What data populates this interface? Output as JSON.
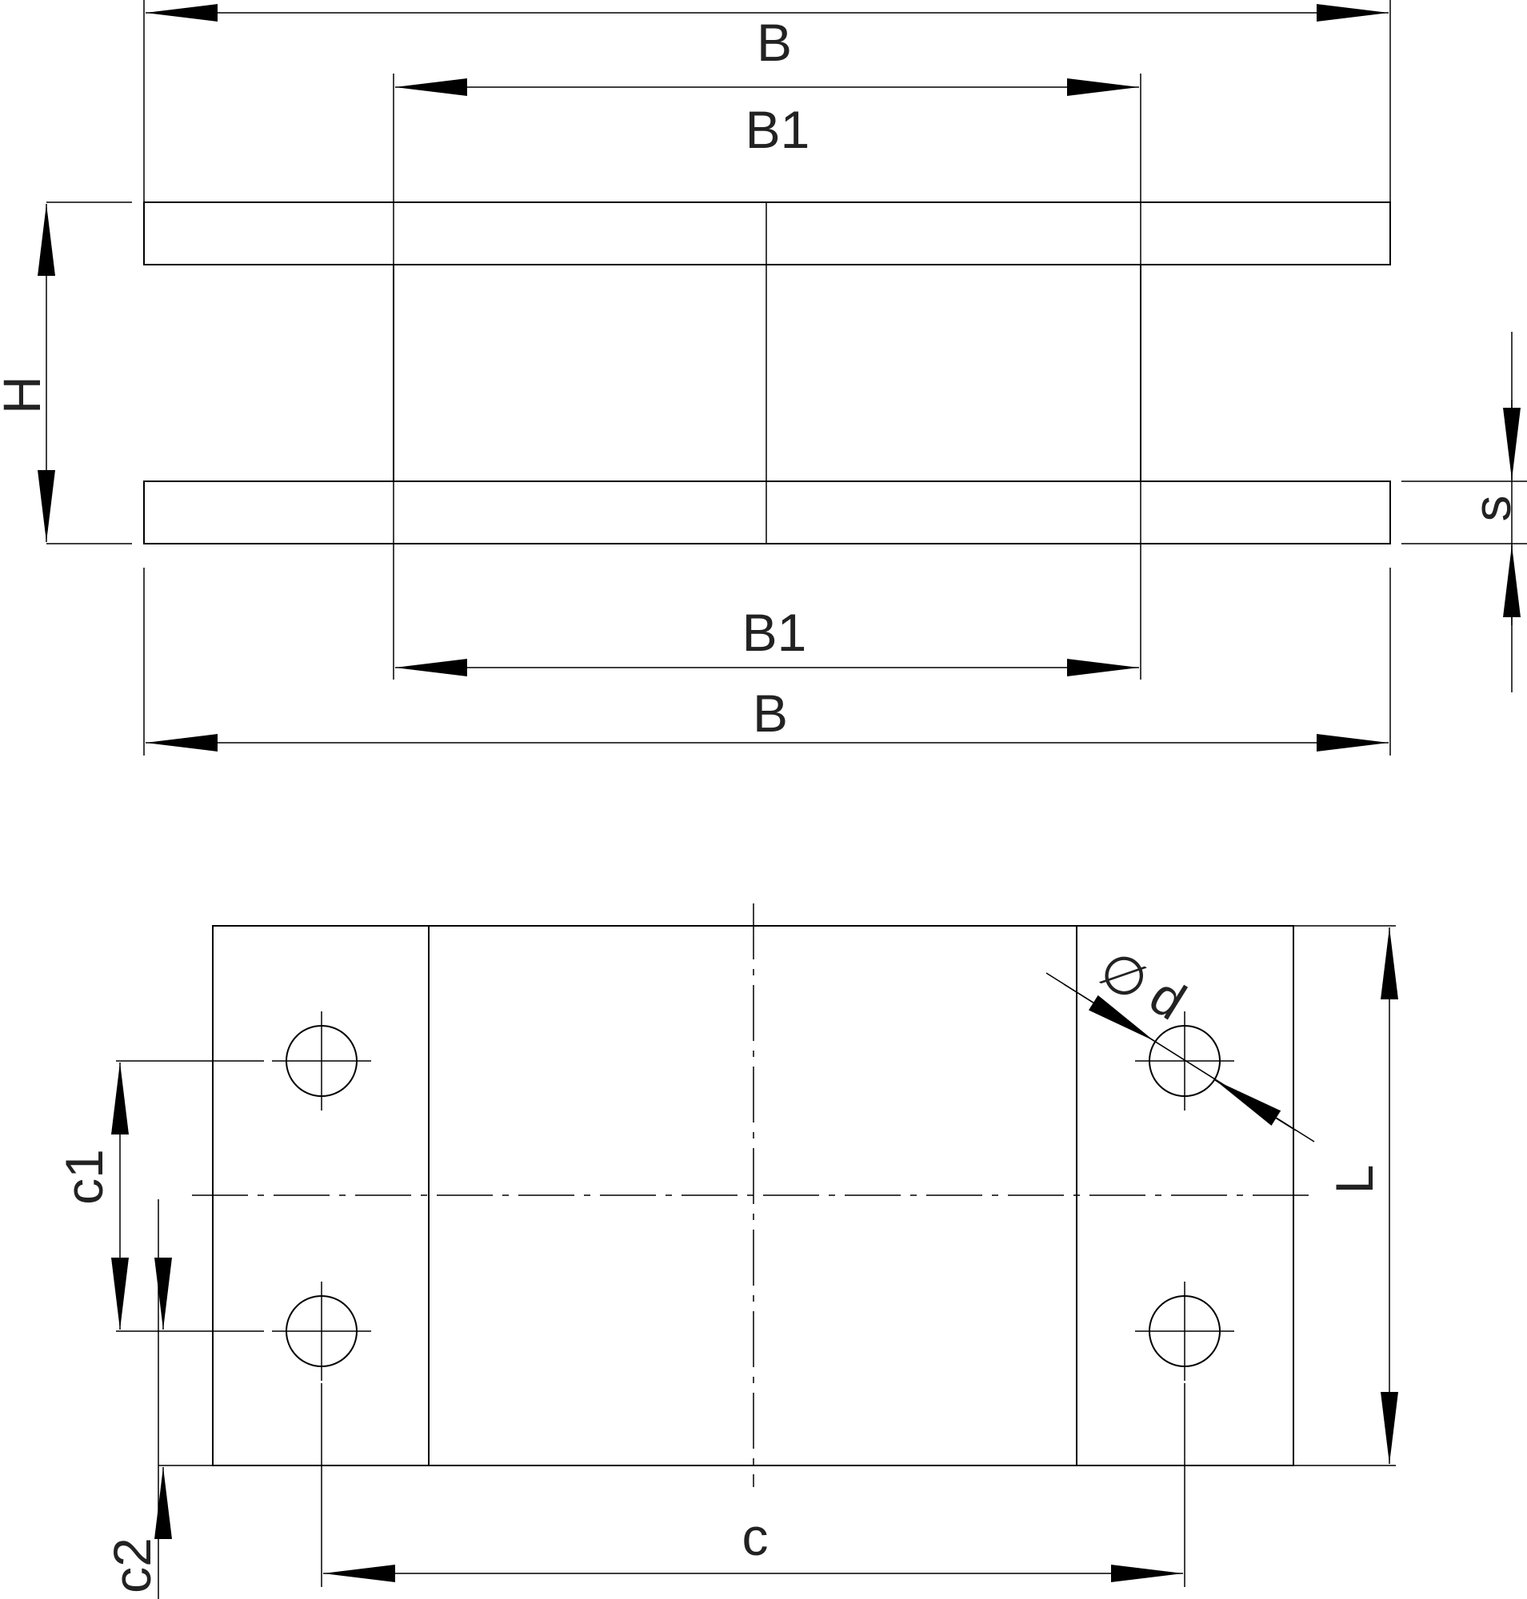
{
  "labels": {
    "b": "B",
    "b1": "B1",
    "h": "H",
    "s": "s",
    "phi": "∅",
    "d": "d",
    "l": "L",
    "c": "c",
    "c1": "c1",
    "c2": "c2"
  }
}
